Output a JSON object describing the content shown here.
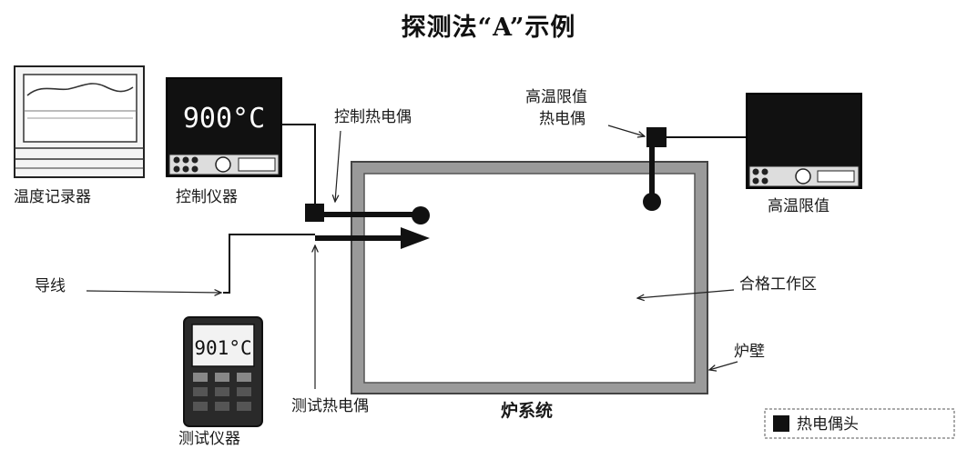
{
  "title": "探测法“A”示例",
  "labels": {
    "temp_recorder": "温度记录器",
    "control_instrument": "控制仪器",
    "control_thermocouple": "控制热电偶",
    "overtemp_thermocouple_line1": "高温限值",
    "overtemp_thermocouple_line2": "热电偶",
    "overtemp_limit": "高温限值",
    "lead_wire": "导线",
    "qualified_work_zone": "合格工作区",
    "furnace_wall": "炉壁",
    "furnace_system": "炉系统",
    "test_thermocouple": "测试热电偶",
    "test_instrument": "测试仪器",
    "legend_thermocouple_head": "热电偶头"
  },
  "displays": {
    "control_reading": "900°C",
    "test_reading": "901°C"
  }
}
